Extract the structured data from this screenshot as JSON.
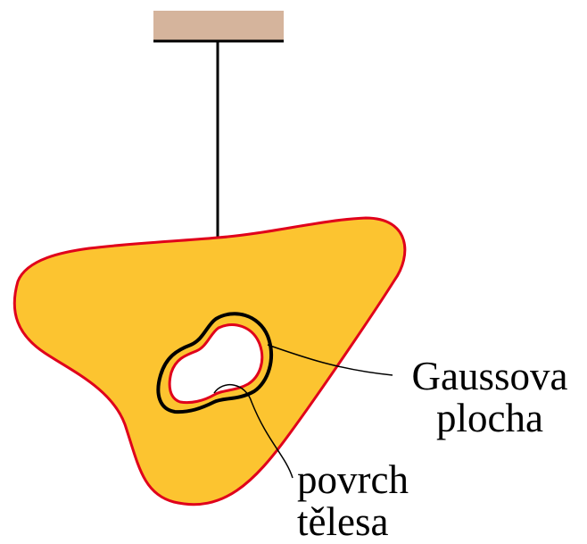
{
  "labels": {
    "gaussian_surface": [
      "Gaussova",
      "plocha"
    ],
    "body_surface": [
      "povrch",
      "tělesa"
    ]
  },
  "colors": {
    "body_fill": "#fcc430",
    "body_outline": "#e0001b",
    "gaussian_surface_line": "#000000",
    "support_fill": "#d5b49c",
    "support_edge": "#000000",
    "string": "#000000",
    "cavity_fill": "#ffffff",
    "background": "#ffffff"
  }
}
